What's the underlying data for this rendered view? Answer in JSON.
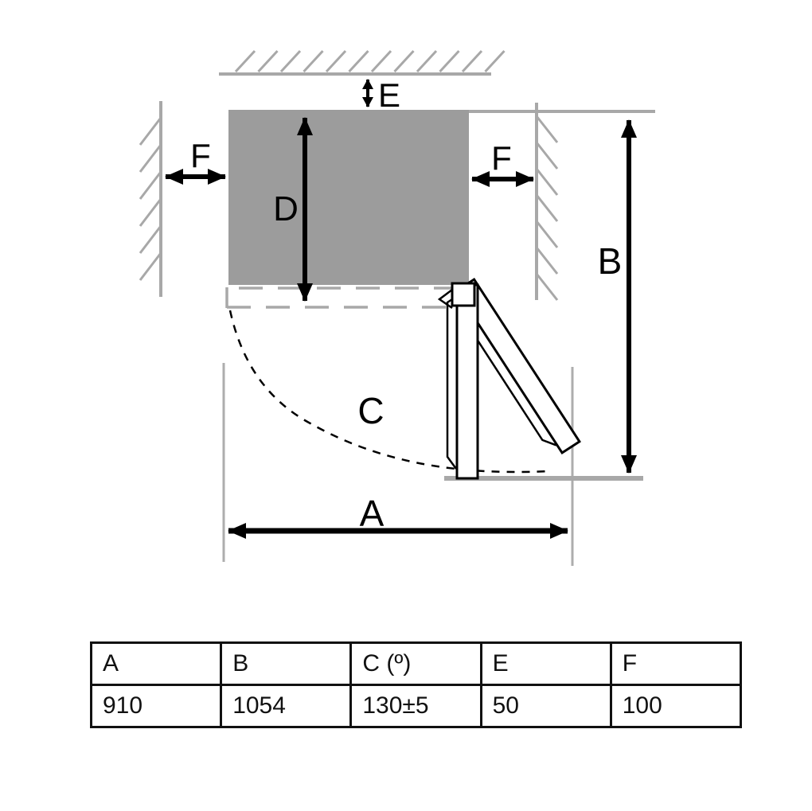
{
  "diagram": {
    "type": "appliance-installation-clearance-top-view",
    "labels": {
      "A": "A",
      "B": "B",
      "C": "C",
      "D": "D",
      "E": "E",
      "F_left": "F",
      "F_right": "F"
    }
  },
  "table": {
    "headers": [
      "A",
      "B",
      "C (º)",
      "E",
      "F"
    ],
    "values": [
      "910",
      "1054",
      "130±5",
      "50",
      "100"
    ]
  },
  "colors": {
    "appliance_fill": "#9c9c9c",
    "line_gray": "#a8a8a8",
    "extension_gray": "#adadad",
    "ink": "#000000",
    "background": "#ffffff"
  }
}
